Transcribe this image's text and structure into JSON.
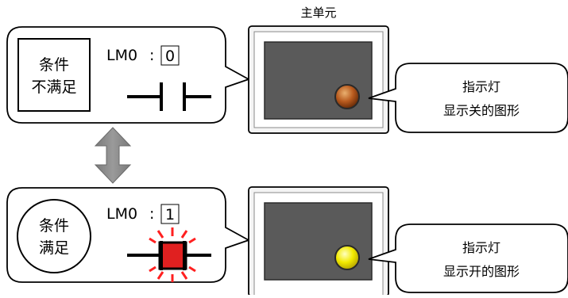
{
  "main_unit_label": "主单元",
  "top_panel": {
    "condition_text_line1": "条件",
    "condition_text_line2": "不满足",
    "address_label": "LM0",
    "colon": ":",
    "value": "0",
    "callout_line1": "指示灯",
    "callout_line2": "显示关的图形"
  },
  "bottom_panel": {
    "condition_text_line1": "条件",
    "condition_text_line2": "满足",
    "address_label": "LM0",
    "colon": ":",
    "value": "1",
    "callout_line1": "指示灯",
    "callout_line2": "显示开的图形"
  },
  "colors": {
    "arrow": "#8a8a8a",
    "screen": "#5a5a5a",
    "lamp_off": "#b85a1e",
    "lamp_on": "#f2ea00",
    "contact_on": "#e02020",
    "flash_lines": "#ff2020"
  }
}
